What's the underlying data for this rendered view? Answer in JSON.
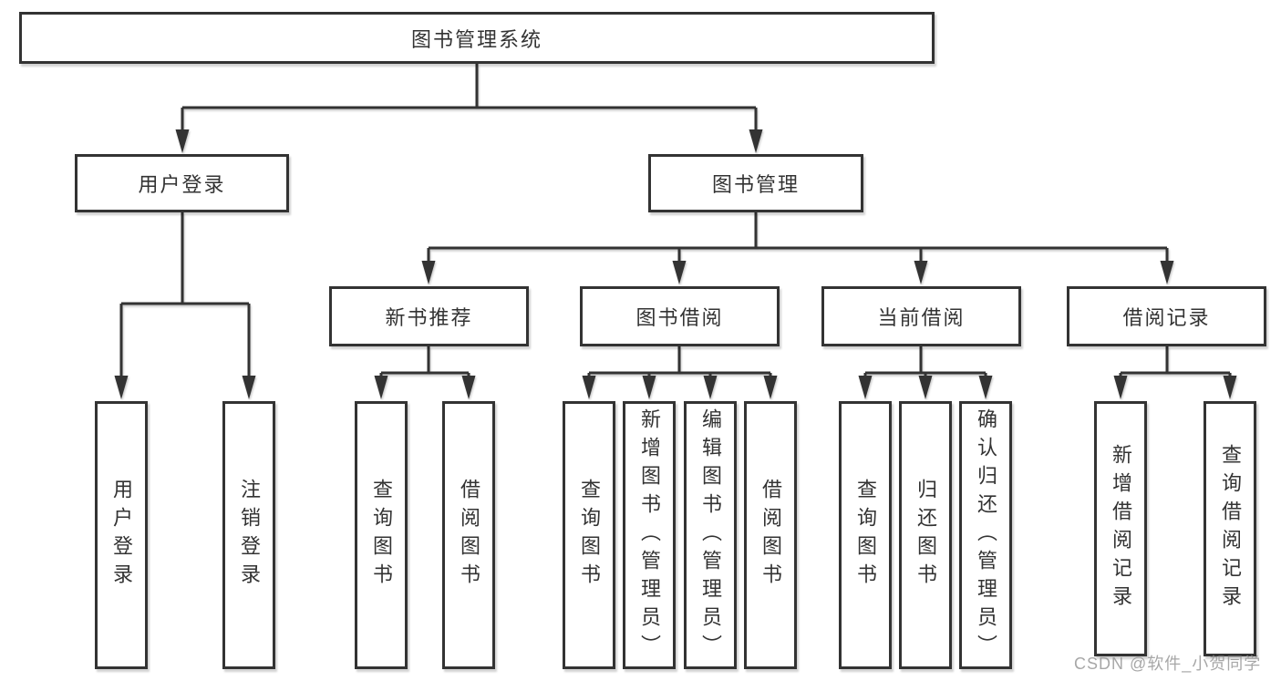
{
  "diagram": {
    "root": {
      "label": "图书管理系统"
    },
    "level2": [
      {
        "label": "用户登录"
      },
      {
        "label": "图书管理"
      }
    ],
    "level3": [
      {
        "label": "新书推荐"
      },
      {
        "label": "图书借阅"
      },
      {
        "label": "当前借阅"
      },
      {
        "label": "借阅记录"
      }
    ],
    "leaves": [
      {
        "label": "用户登录"
      },
      {
        "label": "注销登录"
      },
      {
        "label": "查询图书"
      },
      {
        "label": "借阅图书"
      },
      {
        "label": "查询图书"
      },
      {
        "label": "新增图书（管理员）"
      },
      {
        "label": "编辑图书（管理员）"
      },
      {
        "label": "借阅图书"
      },
      {
        "label": "查询图书"
      },
      {
        "label": "归还图书"
      },
      {
        "label": "确认归还（管理员）"
      },
      {
        "label": "新增借阅记录"
      },
      {
        "label": "查询借阅记录"
      }
    ],
    "colors": {
      "line": "#333333",
      "box_border": "#333333",
      "background": "#ffffff",
      "watermark": "#949494"
    }
  },
  "watermark": {
    "label": "CSDN @软件_小贺同学"
  }
}
